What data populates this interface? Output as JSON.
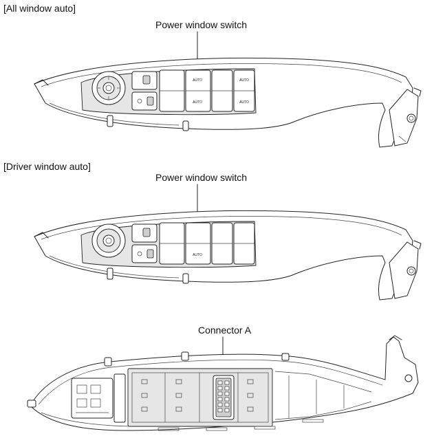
{
  "sections": [
    {
      "heading": "[All window auto]",
      "callout": "Power window switch"
    },
    {
      "heading": "[Driver window auto]",
      "callout": "Power window switch"
    },
    {
      "heading": "",
      "callout": "Connector A"
    }
  ],
  "switch_marks": {
    "auto": "AUTO"
  },
  "colors": {
    "line": "#222222",
    "panel": "#e6e6e6",
    "background": "#ffffff"
  }
}
